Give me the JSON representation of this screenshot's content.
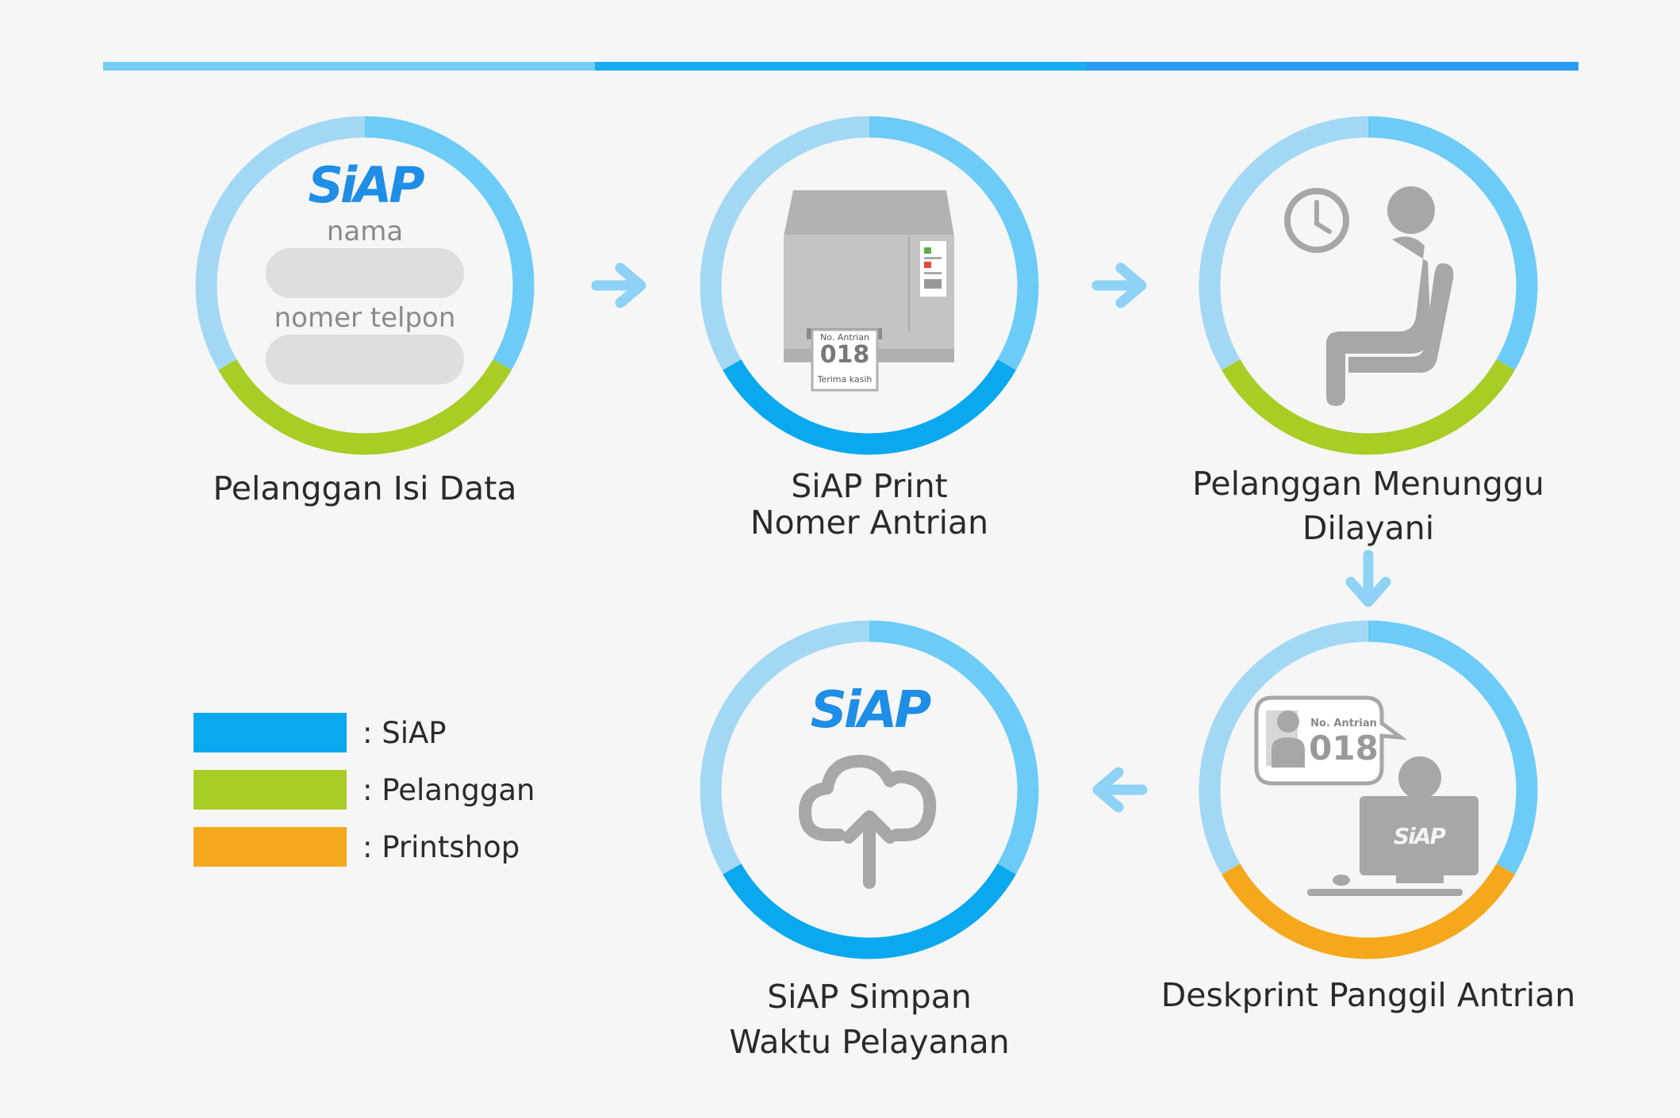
{
  "colors": {
    "siap": "#0aa8ef",
    "pelanggan": "#a8cd24",
    "printshop": "#f5a81c",
    "ring_light": "#a3d8f5",
    "ring_mid": "#6ccbf7",
    "icon_grey": "#a7a7a7",
    "field_grey": "#dedede",
    "arrow": "#8ed3f6"
  },
  "steps": [
    {
      "caption_lines": [
        "Pelanggan Isi Data"
      ],
      "ring_accent": "pelanggan",
      "form": {
        "logo": "SiAP",
        "name_label": "nama",
        "phone_label": "nomer telpon"
      }
    },
    {
      "caption_lines": [
        "SiAP Print",
        "Nomer Antrian"
      ],
      "ring_accent": "siap",
      "ticket": {
        "title": "No. Antrian",
        "number": "018",
        "footer": "Terima kasih"
      }
    },
    {
      "caption_lines": [
        "Pelanggan Menunggu",
        "Dilayani"
      ],
      "ring_accent": "pelanggan",
      "icons": [
        "clock-icon",
        "seated-person-icon"
      ]
    },
    {
      "caption_lines": [
        "Deskprint Panggil Antrian"
      ],
      "ring_accent": "printshop",
      "bubble": {
        "title": "No. Antrian",
        "number": "018"
      },
      "monitor_logo": "SiAP"
    },
    {
      "caption_lines": [
        "SiAP Simpan",
        "Waktu Pelayanan"
      ],
      "ring_accent": "siap",
      "logo": "SiAP",
      "icons": [
        "cloud-upload-icon"
      ]
    }
  ],
  "legend": [
    {
      "label": ": SiAP",
      "color": "siap"
    },
    {
      "label": ": Pelanggan",
      "color": "pelanggan"
    },
    {
      "label": ": Printshop",
      "color": "printshop"
    }
  ]
}
